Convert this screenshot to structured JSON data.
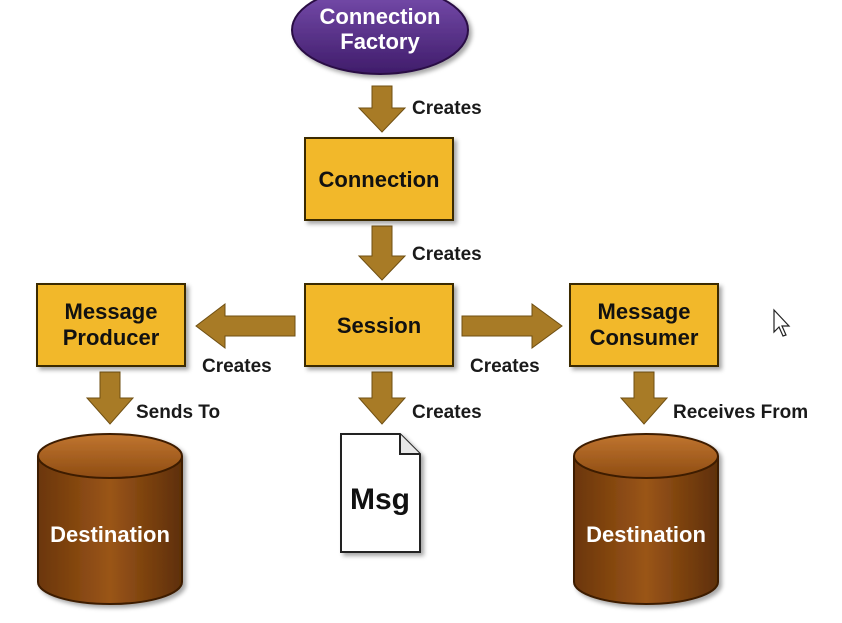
{
  "nodes": {
    "connection_factory": {
      "line1": "Connection",
      "line2": "Factory"
    },
    "connection": {
      "label": "Connection"
    },
    "session": {
      "label": "Session"
    },
    "message_producer": {
      "line1": "Message",
      "line2": "Producer"
    },
    "message_consumer": {
      "line1": "Message",
      "line2": "Consumer"
    },
    "message": {
      "label": "Msg"
    },
    "destination_left": {
      "label": "Destination"
    },
    "destination_right": {
      "label": "Destination"
    }
  },
  "edges": {
    "factory_to_connection": "Creates",
    "connection_to_session": "Creates",
    "session_to_producer": "Creates",
    "session_to_consumer": "Creates",
    "session_to_message": "Creates",
    "producer_to_destination": "Sends To",
    "consumer_from_destination": "Receives From"
  },
  "colors": {
    "box_fill": "#f2b82a",
    "box_border": "#3a2a00",
    "arrow": "#a87b26",
    "oval_fill": "#5b2f8a",
    "drum_fill": "#8a4b12",
    "drum_top": "#a65c1a"
  },
  "icons": {
    "cursor": "mouse-pointer-icon"
  }
}
